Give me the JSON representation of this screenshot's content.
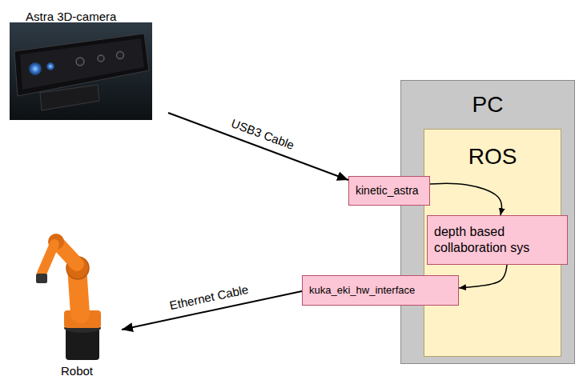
{
  "diagram": {
    "nodes": [
      {
        "text": [
          "Astra 3D-camera"
        ]
      },
      {
        "text": [
          "PC"
        ]
      },
      {
        "text": [
          "ROS"
        ],
        "in": 1
      },
      {
        "text": [
          "kinetic_astra"
        ],
        "in": 2
      },
      {
        "text": [
          "depth based collaboration sys"
        ],
        "in": 2
      },
      {
        "text": [
          "kuka_eki_hw_interface"
        ],
        "in": 2
      },
      {
        "text": [
          "Robot"
        ]
      }
    ],
    "edges": [
      {
        "from": 0,
        "to": 3,
        "arrow": "to",
        "label": "USB3 Cable"
      },
      {
        "from": 3,
        "to": 4,
        "arrow": "to"
      },
      {
        "from": 4,
        "to": 5,
        "arrow": "to"
      },
      {
        "from": 5,
        "to": 6,
        "arrow": "to",
        "label": "Ethernet Cable"
      }
    ]
  }
}
